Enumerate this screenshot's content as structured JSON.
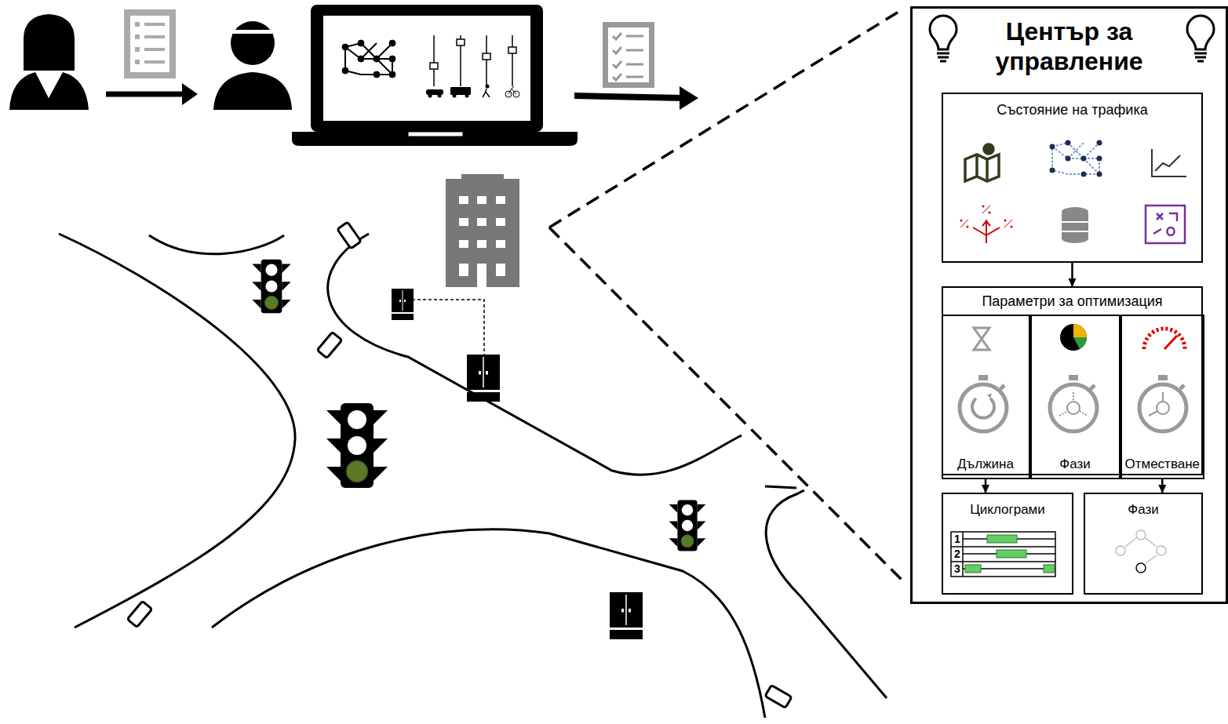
{
  "diagram": {
    "title": "Център за управление",
    "nodes": [
      {
        "text": [
          "Център за управление"
        ]
      },
      {
        "text": [
          "Състояние на трафика"
        ],
        "in": 0
      },
      {
        "text": [
          "Параметри за оптимизация"
        ],
        "in": 0
      },
      {
        "text": [
          "Дължина"
        ],
        "in": 2
      },
      {
        "text": [
          "Фази"
        ],
        "in": 2
      },
      {
        "text": [
          "Отместване"
        ],
        "in": 2
      },
      {
        "text": [
          "Циклограми"
        ],
        "in": 0
      },
      {
        "text": [
          "Фази"
        ],
        "in": 0
      }
    ],
    "edges": [
      {
        "from": 1,
        "to": 2,
        "arrow": "to"
      },
      {
        "from": 3,
        "to": 6,
        "arrow": "to"
      },
      {
        "from": 5,
        "to": 7,
        "arrow": "to"
      }
    ],
    "labels": [
      "1",
      "2",
      "3"
    ]
  }
}
